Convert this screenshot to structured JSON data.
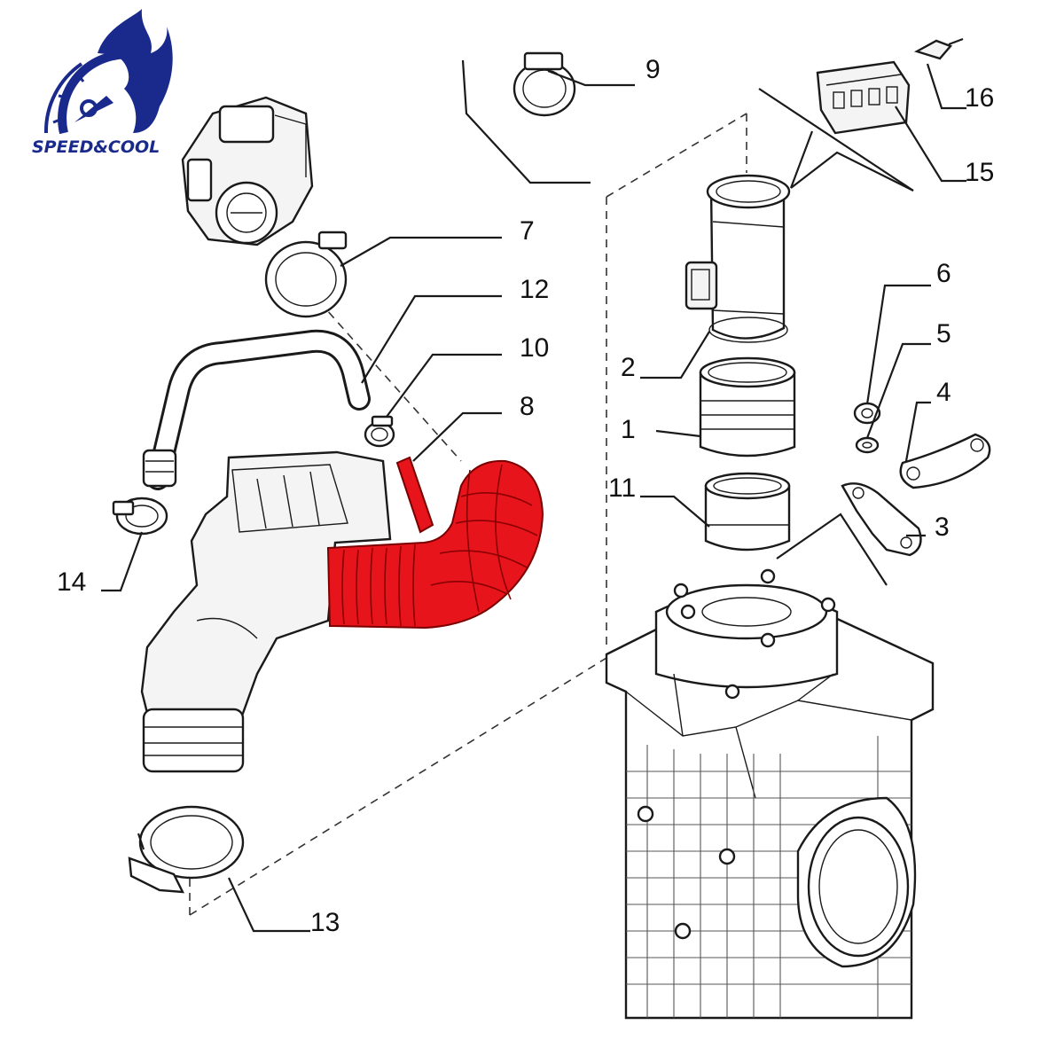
{
  "brand": {
    "logo_text": "SPEED&COOL",
    "primary_color": "#1a2a8c",
    "logo_icon": "speedometer-flame-icon"
  },
  "diagram": {
    "highlight_color": "#e8141c",
    "highlighted_part": "8",
    "callouts": [
      "1",
      "2",
      "3",
      "4",
      "5",
      "6",
      "7",
      "8",
      "9",
      "10",
      "11",
      "12",
      "13",
      "14",
      "15",
      "16"
    ]
  }
}
